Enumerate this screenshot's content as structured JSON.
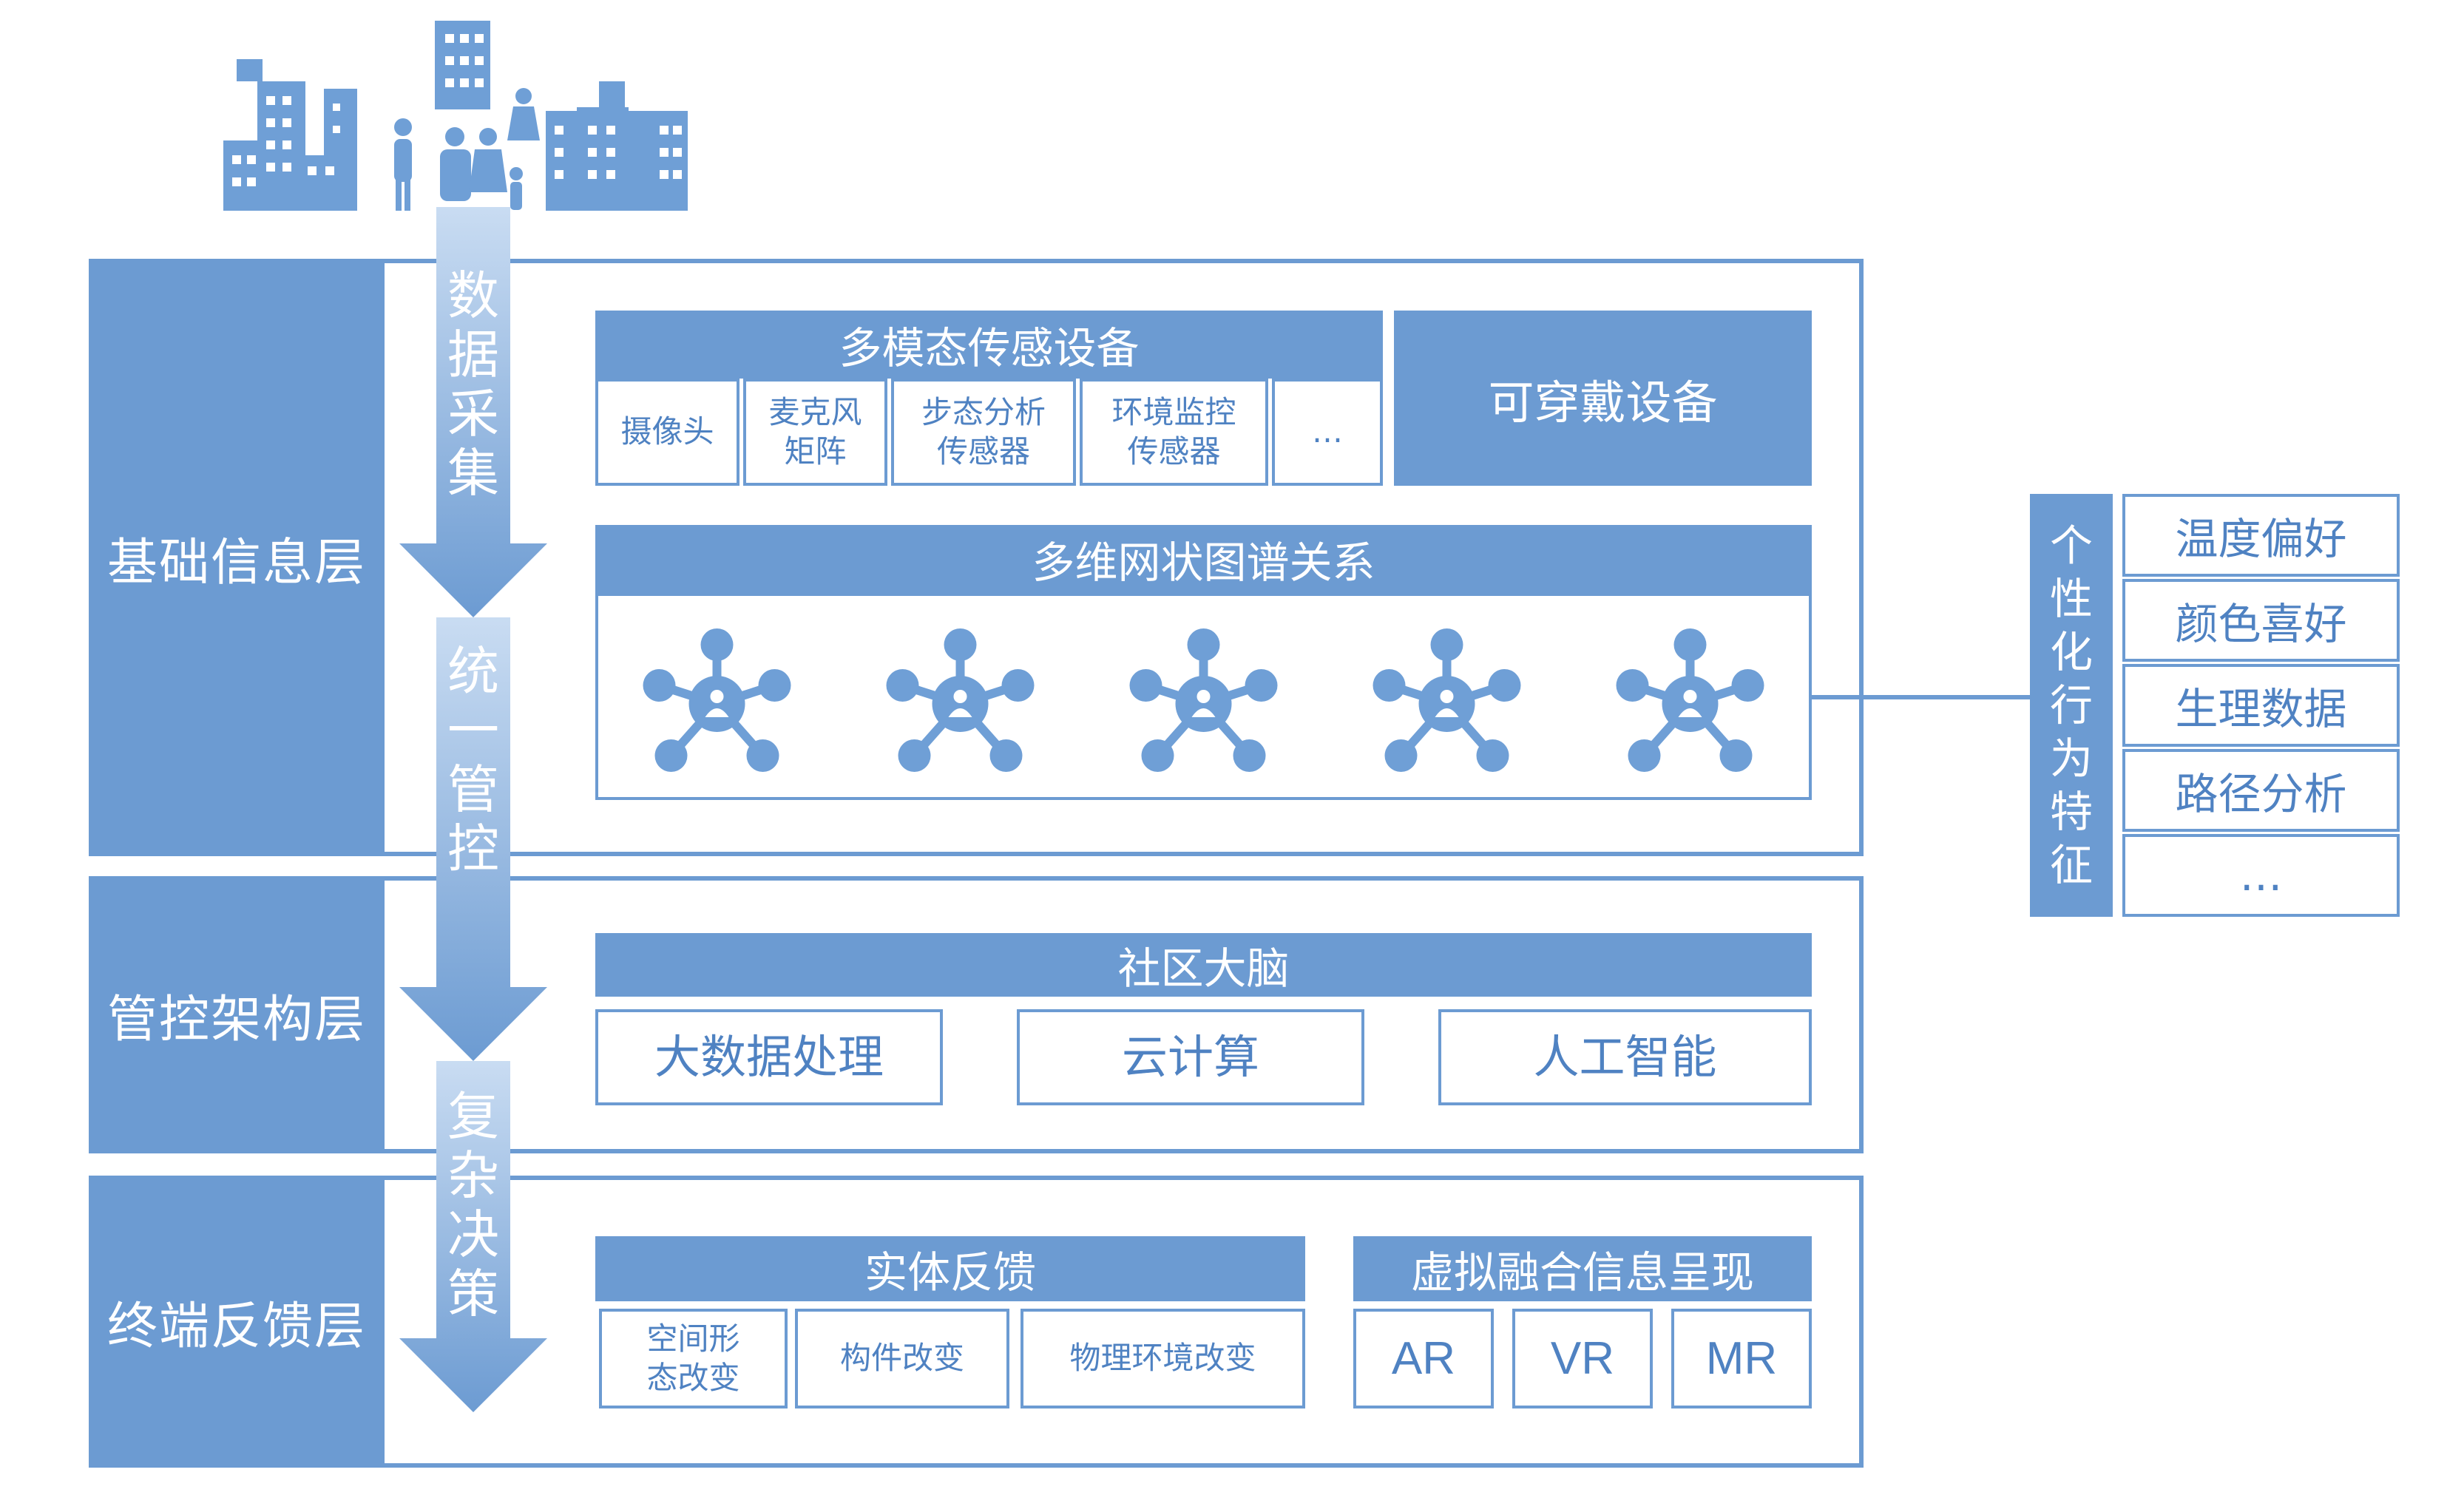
{
  "layers": {
    "basic": "基础信息层",
    "control": "管控架构层",
    "terminal": "终端反馈层"
  },
  "flow": {
    "collect": [
      "数",
      "据",
      "采",
      "集"
    ],
    "manage": [
      "统",
      "一",
      "管",
      "控"
    ],
    "decide": [
      "复",
      "杂",
      "决",
      "策"
    ]
  },
  "sensors": {
    "title": "多模态传感设备",
    "items": [
      {
        "line1": "摄像头",
        "line2": ""
      },
      {
        "line1": "麦克风",
        "line2": "矩阵"
      },
      {
        "line1": "步态分析",
        "line2": "传感器"
      },
      {
        "line1": "环境监控",
        "line2": "传感器"
      },
      {
        "line1": "…",
        "line2": ""
      }
    ],
    "wearable": "可穿戴设备"
  },
  "graph": {
    "title": "多维网状图谱关系",
    "node_count": 5
  },
  "brain": {
    "title": "社区大脑",
    "items": [
      "大数据处理",
      "云计算",
      "人工智能"
    ]
  },
  "physical": {
    "title": "实体反馈",
    "items": [
      {
        "line1": "空间形",
        "line2": "态改变"
      },
      {
        "line1": "构件改变",
        "line2": ""
      },
      {
        "line1": "物理环境改变",
        "line2": ""
      }
    ]
  },
  "virtual": {
    "title": "虚拟融合信息呈现",
    "items": [
      "AR",
      "VR",
      "MR"
    ]
  },
  "behavior": {
    "title_chars": [
      "个",
      "性",
      "化",
      "行",
      "为",
      "特",
      "征"
    ],
    "items": [
      "温度偏好",
      "颜色喜好",
      "生理数据",
      "路径分析",
      "…"
    ]
  },
  "colors": {
    "primary": "#6c9bd2",
    "text": "#4f82c2",
    "arrow_light": "#c9dcf2",
    "arrow_dark": "#6c9bd2",
    "icon": "#6f9fd6"
  }
}
